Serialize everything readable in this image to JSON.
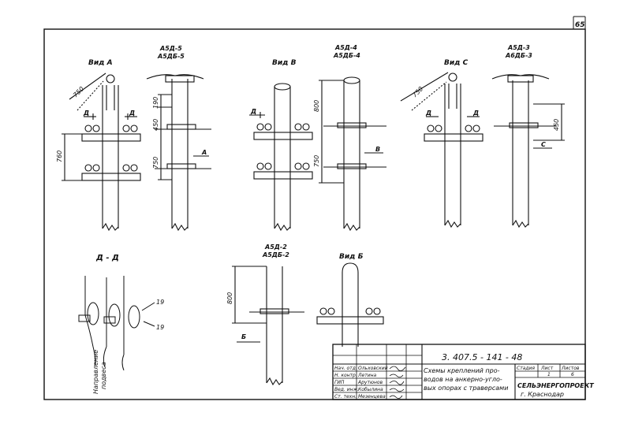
{
  "sheet": {
    "page_number": "65"
  },
  "views": {
    "vid_a": "Вид А",
    "vid_b": "Вид В",
    "vid_c": "Вид С",
    "vid_b2": "Вид Б",
    "section_dd": "Д - Д"
  },
  "assemblies": {
    "a5d5": "А5Д-5",
    "a5db5": "А5ДБ-5",
    "a5d4": "А5Д-4",
    "a5db4": "А5ДБ-4",
    "a5d3": "А5Д-3",
    "a6db3": "А6ДБ-3",
    "a5d2": "А5Д-2",
    "a5db2": "А5ДБ-2"
  },
  "dimensions": {
    "d750a": "750",
    "d760": "760",
    "d190": "190",
    "d450": "450",
    "d750b": "750",
    "d800a": "800",
    "d750c": "750",
    "d750d": "750",
    "d450b": "450",
    "d800b": "800"
  },
  "markers": {
    "d": "Д",
    "a": "А",
    "v": "В",
    "c": "С",
    "b": "Б"
  },
  "callouts": {
    "p19a": "19",
    "p19b": "19"
  },
  "annotation": {
    "suspension_dir_1": "Направление",
    "suspension_dir_2": "подвеса"
  },
  "title_block": {
    "doc_code": "3. 407.5 - 141 - 48",
    "title_1": "Схемы креплений  про-",
    "title_2": "водов на анкерно-угло-",
    "title_3": "вых опорах с траверсами",
    "roles": [
      "Нач. отд.",
      "Н. контр.",
      "ГИП",
      "Вед. инж.",
      "Ст. техн."
    ],
    "names": [
      "Ольховский",
      "Летина",
      "Арутюнов",
      "Кобылина",
      "Мезенцева"
    ],
    "col_stage": "Стадия",
    "col_sheet": "Лист",
    "col_sheets": "Листов",
    "sheet_no": "1",
    "sheets_total": "6",
    "org_1": "СЕЛЬЭНЕРГОПРОЕКТ",
    "org_2": "г. Краснодар"
  }
}
